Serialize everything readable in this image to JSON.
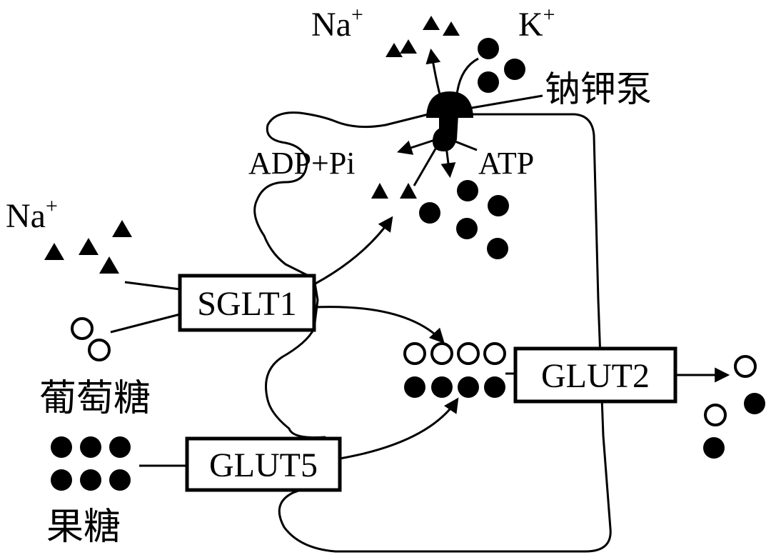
{
  "labels": {
    "na_top": "Na",
    "na_top_sup": "+",
    "k_top": "K",
    "k_top_sup": "+",
    "pump": "钠钾泵",
    "adp": "ADP+Pi",
    "atp": "ATP",
    "na_left": "Na",
    "na_left_sup": "+",
    "glucose": "葡萄糖",
    "fructose": "果糖"
  },
  "transporters": {
    "sglt1": "SGLT1",
    "glut5": "GLUT5",
    "glut2": "GLUT2"
  },
  "legend": {
    "na_symbol": "filled-triangle",
    "k_symbol": "filled-circle",
    "glucose_symbol": "open-circle",
    "fructose_symbol": "filled-circle"
  }
}
